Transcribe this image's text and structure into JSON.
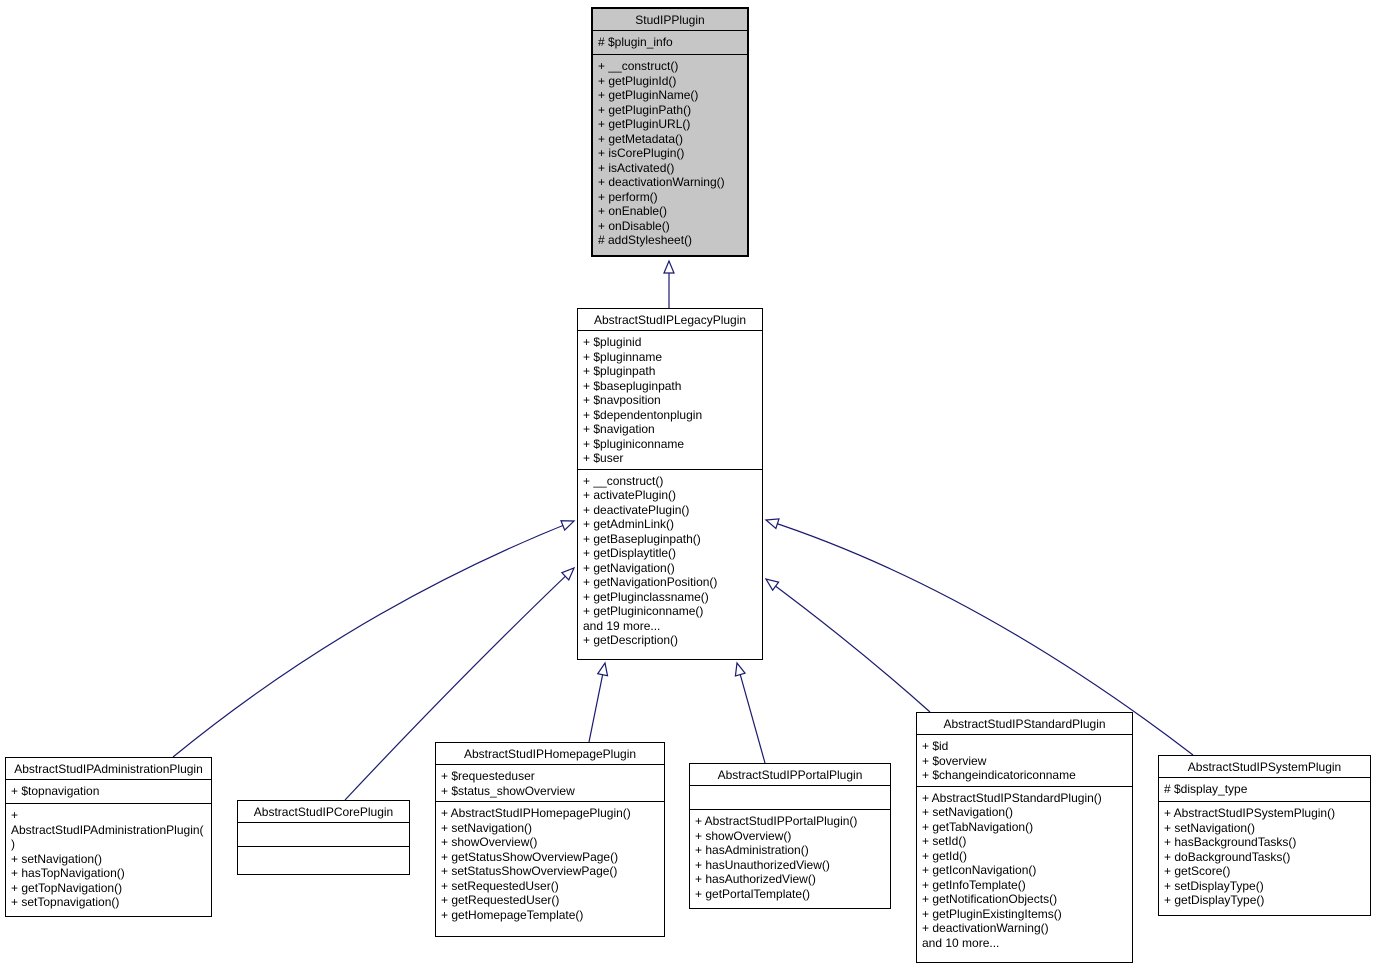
{
  "diagram": {
    "kind": "uml-inheritance-diagram",
    "arrow_color": "#191970",
    "highlight_fill": "#c6c6c6",
    "node_fill": "#ffffff"
  },
  "classes": {
    "studip": {
      "name": "StudIPPlugin",
      "attributes": [
        "# $plugin_info"
      ],
      "methods": [
        "+ __construct()",
        "+ getPluginId()",
        "+ getPluginName()",
        "+ getPluginPath()",
        "+ getPluginURL()",
        "+ getMetadata()",
        "+ isCorePlugin()",
        "+ isActivated()",
        "+ deactivationWarning()",
        "+ perform()",
        "+ onEnable()",
        "+ onDisable()",
        "# addStylesheet()"
      ]
    },
    "legacy": {
      "name": "AbstractStudIPLegacyPlugin",
      "attributes": [
        "+ $pluginid",
        "+ $pluginname",
        "+ $pluginpath",
        "+ $basepluginpath",
        "+ $navposition",
        "+ $dependentonplugin",
        "+ $navigation",
        "+ $pluginiconname",
        "+ $user"
      ],
      "methods": [
        "+ __construct()",
        "+ activatePlugin()",
        "+ deactivatePlugin()",
        "+ getAdminLink()",
        "+ getBasepluginpath()",
        "+ getDisplaytitle()",
        "+ getNavigation()",
        "+ getNavigationPosition()",
        "+ getPluginclassname()",
        "+ getPluginiconname()",
        "and 19 more...",
        "+ getDescription()"
      ]
    },
    "admin": {
      "name": "AbstractStudIPAdministrationPlugin",
      "attributes": [
        "+ $topnavigation"
      ],
      "methods": [
        "+ AbstractStudIPAdministrationPlugin()",
        "+ setNavigation()",
        "+ hasTopNavigation()",
        "+ getTopNavigation()",
        "+ setTopnavigation()"
      ]
    },
    "core": {
      "name": "AbstractStudIPCorePlugin",
      "attributes": [],
      "methods": []
    },
    "homepage": {
      "name": "AbstractStudIPHomepagePlugin",
      "attributes": [
        "+ $requesteduser",
        "+ $status_showOverview"
      ],
      "methods": [
        "+ AbstractStudIPHomepagePlugin()",
        "+ setNavigation()",
        "+ showOverview()",
        "+ getStatusShowOverviewPage()",
        "+ setStatusShowOverviewPage()",
        "+ setRequestedUser()",
        "+ getRequestedUser()",
        "+ getHomepageTemplate()"
      ]
    },
    "portal": {
      "name": "AbstractStudIPPortalPlugin",
      "attributes": [],
      "methods": [
        "+ AbstractStudIPPortalPlugin()",
        "+ showOverview()",
        "+ hasAdministration()",
        "+ hasUnauthorizedView()",
        "+ hasAuthorizedView()",
        "+ getPortalTemplate()"
      ]
    },
    "standard": {
      "name": "AbstractStudIPStandardPlugin",
      "attributes": [
        "+ $id",
        "+ $overview",
        "+ $changeindicatoriconname"
      ],
      "methods": [
        "+ AbstractStudIPStandardPlugin()",
        "+ setNavigation()",
        "+ getTabNavigation()",
        "+ setId()",
        "+ getId()",
        "+ getIconNavigation()",
        "+ getInfoTemplate()",
        "+ getNotificationObjects()",
        "+ getPluginExistingItems()",
        "+ deactivationWarning()",
        "and 10 more..."
      ]
    },
    "system": {
      "name": "AbstractStudIPSystemPlugin",
      "attributes": [
        "# $display_type"
      ],
      "methods": [
        "+ AbstractStudIPSystemPlugin()",
        "+ setNavigation()",
        "+ hasBackgroundTasks()",
        "+ doBackgroundTasks()",
        "+ getScore()",
        "+ setDisplayType()",
        "+ getDisplayType()"
      ]
    }
  },
  "edges": [
    {
      "child": "AbstractStudIPLegacyPlugin",
      "parent": "StudIPPlugin"
    },
    {
      "child": "AbstractStudIPAdministrationPlugin",
      "parent": "AbstractStudIPLegacyPlugin"
    },
    {
      "child": "AbstractStudIPCorePlugin",
      "parent": "AbstractStudIPLegacyPlugin"
    },
    {
      "child": "AbstractStudIPHomepagePlugin",
      "parent": "AbstractStudIPLegacyPlugin"
    },
    {
      "child": "AbstractStudIPPortalPlugin",
      "parent": "AbstractStudIPLegacyPlugin"
    },
    {
      "child": "AbstractStudIPStandardPlugin",
      "parent": "AbstractStudIPLegacyPlugin"
    },
    {
      "child": "AbstractStudIPSystemPlugin",
      "parent": "AbstractStudIPLegacyPlugin"
    }
  ]
}
